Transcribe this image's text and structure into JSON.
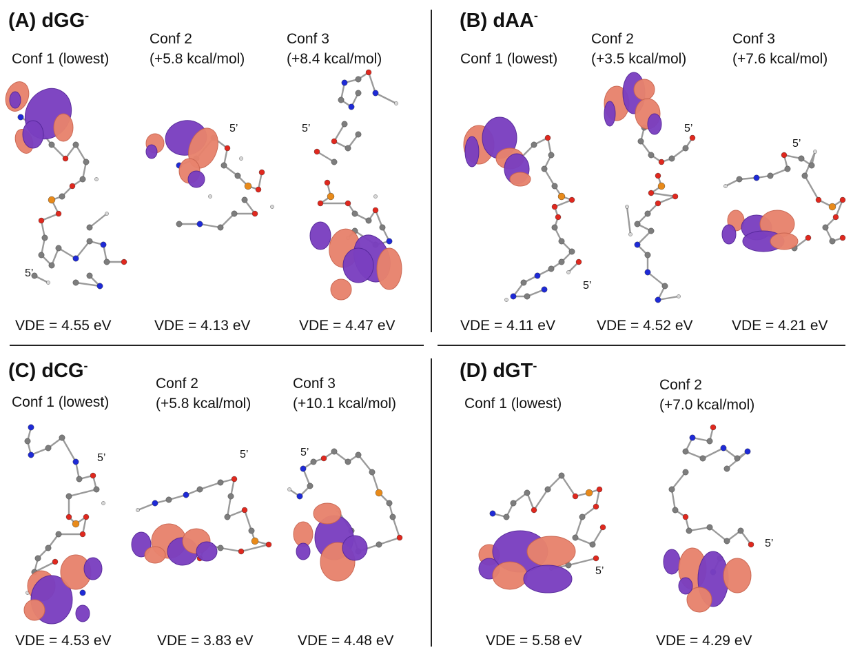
{
  "panels": {
    "A": {
      "title": "(A) dGG",
      "charge": "-",
      "confs": [
        {
          "name": "Conf 1 (lowest)",
          "energy": "",
          "vde": "VDE = 4.55 eV",
          "prime": "5’"
        },
        {
          "name": "Conf 2",
          "energy": "(+5.8 kcal/mol)",
          "vde": "VDE = 4.13 eV",
          "prime": "5’"
        },
        {
          "name": "Conf 3",
          "energy": "(+8.4 kcal/mol)",
          "vde": "VDE = 4.47 eV",
          "prime": "5’"
        }
      ]
    },
    "B": {
      "title": "(B) dAA",
      "charge": "-",
      "confs": [
        {
          "name": "Conf 1 (lowest)",
          "energy": "",
          "vde": "VDE = 4.11 eV",
          "prime": "5’"
        },
        {
          "name": "Conf 2",
          "energy": "(+3.5 kcal/mol)",
          "vde": "VDE = 4.52 eV",
          "prime": "5’"
        },
        {
          "name": "Conf 3",
          "energy": "(+7.6 kcal/mol)",
          "vde": "VDE = 4.21 eV",
          "prime": "5’"
        }
      ]
    },
    "C": {
      "title": "(C) dCG",
      "charge": "-",
      "confs": [
        {
          "name": "Conf 1 (lowest)",
          "energy": "",
          "vde": "VDE = 4.53 eV",
          "prime": "5’"
        },
        {
          "name": "Conf 2",
          "energy": "(+5.8 kcal/mol)",
          "vde": "VDE = 3.83 eV",
          "prime": "5’"
        },
        {
          "name": "Conf 3",
          "energy": "(+10.1 kcal/mol)",
          "vde": "VDE = 4.48 eV",
          "prime": "5’"
        }
      ]
    },
    "D": {
      "title": "(D) dGT",
      "charge": "-",
      "confs": [
        {
          "name": "Conf 1 (lowest)",
          "energy": "",
          "vde": "VDE = 5.58 eV",
          "prime": "5’"
        },
        {
          "name": "Conf 2",
          "energy": "(+7.0 kcal/mol)",
          "vde": "VDE = 4.29 eV",
          "prime": "5’"
        }
      ]
    }
  },
  "colors": {
    "lobe_positive": "#e8836d",
    "lobe_negative": "#7a3fc0",
    "carbon": "#7d7d7d",
    "hydrogen": "#d8d8d8",
    "nitrogen": "#1e2ad6",
    "oxygen": "#e0281e",
    "phosphorus": "#e88a1a",
    "bond": "#9a9a9a"
  }
}
